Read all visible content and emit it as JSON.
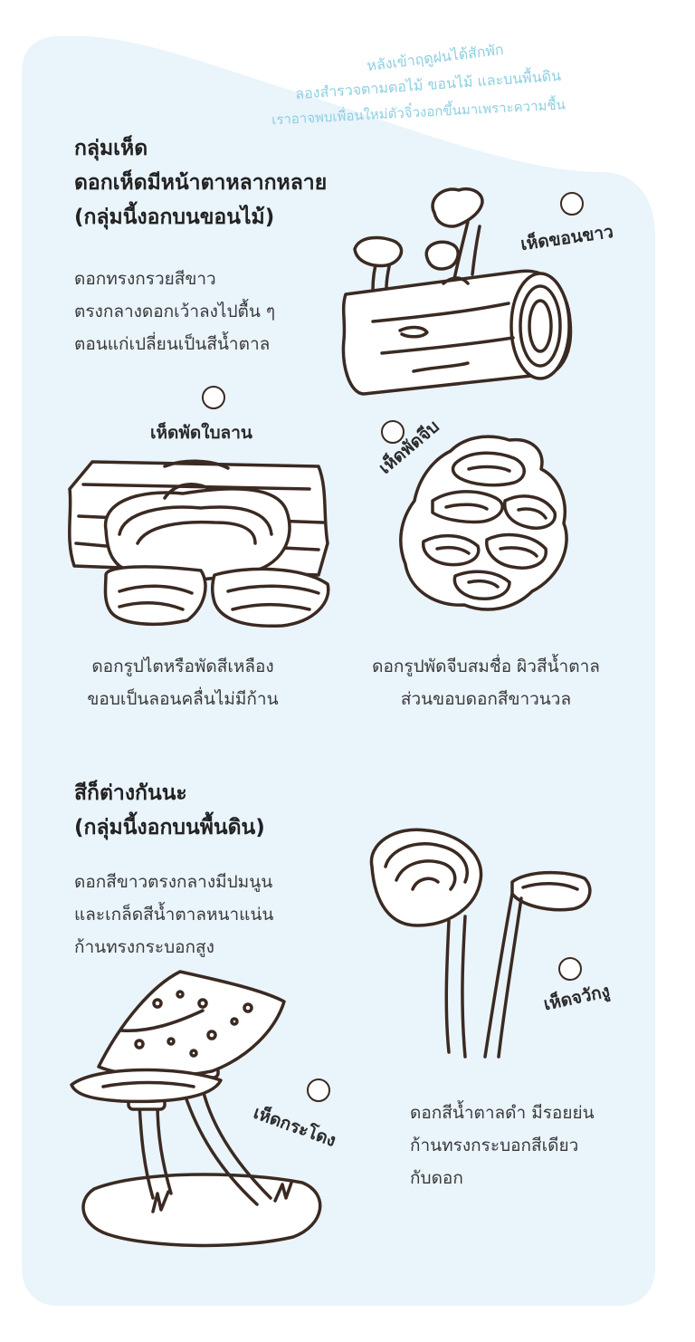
{
  "intro": {
    "lines": [
      "หลังเข้าฤดูฝนได้สักพัก",
      "ลองสำรวจตามตอไม้ ขอนไม้ และบนพื้นดิน",
      "เราอาจพบเพื่อนใหม่ตัวจิ๋วงอกขึ้นมาเพราะความชื้น"
    ],
    "color": "#8ecfe0"
  },
  "section1": {
    "heading": [
      "กลุ่มเห็ด",
      "ดอกเห็ดมีหน้าตาหลากหลาย",
      "(กลุ่มนี้งอกบนขอนไม้)"
    ],
    "items": [
      {
        "label": "เห็ดขอนขาว",
        "desc": [
          "ดอกทรงกรวยสีขาว",
          "ตรงกลางดอกเว้าลงไปตื้น ๆ",
          "ตอนแก่เปลี่ยนเป็นสีน้ำตาล"
        ]
      },
      {
        "label": "เห็ดพัดใบลาน",
        "desc": [
          "ดอกรูปไตหรือพัดสีเหลือง",
          "ขอบเป็นลอนคลื่นไม่มีก้าน"
        ]
      },
      {
        "label": "เห็ดพัดจีบ",
        "desc": [
          "ดอกรูปพัดจีบสมชื่อ ผิวสีน้ำตาล",
          "ส่วนขอบดอกสีขาวนวล"
        ]
      }
    ]
  },
  "section2": {
    "heading": [
      "สีก็ต่างกันนะ",
      "(กลุ่มนี้งอกบนพื้นดิน)"
    ],
    "items": [
      {
        "label": "เห็ดกระโดง",
        "desc": [
          "ดอกสีขาวตรงกลางมีปมนูน",
          "และเกล็ดสีน้ำตาลหนาแน่น",
          "ก้านทรงกระบอกสูง"
        ]
      },
      {
        "label": "เห็ดจวักงู",
        "desc": [
          "ดอกสีน้ำตาลดำ มีรอยย่น",
          "ก้านทรงกระบอกสีเดียว",
          "กับดอก"
        ]
      }
    ]
  },
  "colors": {
    "panel": "#eaf4fb",
    "ink": "#3a2a22"
  }
}
